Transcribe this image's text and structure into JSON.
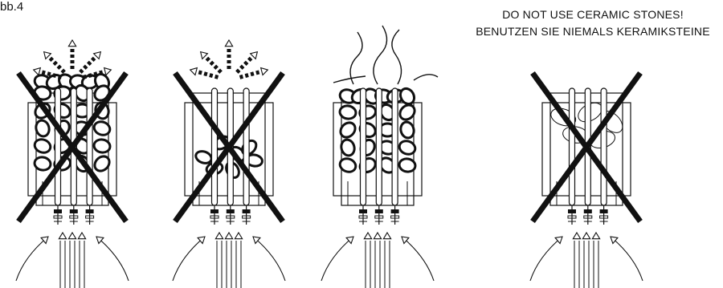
{
  "figure_label": "bb.4",
  "warning": {
    "line1": "DO NOT USE CERAMIC STONES!",
    "line2": "BENUTZEN SIE NIEMALS KERAMIKSTEINE"
  },
  "panels": [
    {
      "id": "overfilled",
      "crossed": true,
      "stones": "overfilled",
      "outflow": "dashed-arrows"
    },
    {
      "id": "too-few",
      "crossed": true,
      "stones": "sparse",
      "outflow": "dashed-arrows"
    },
    {
      "id": "correct",
      "crossed": false,
      "stones": "proper",
      "outflow": "wavy-heat"
    },
    {
      "id": "ceramic",
      "crossed": true,
      "stones": "ceramic",
      "outflow": "none"
    }
  ],
  "colors": {
    "ink": "#111111",
    "paper": "#ffffff"
  }
}
